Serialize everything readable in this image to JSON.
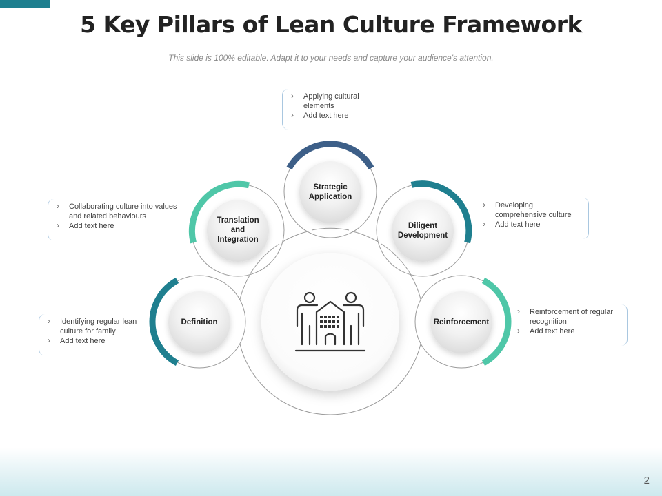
{
  "slide": {
    "title": "5 Key Pillars of Lean Culture Framework",
    "subtitle": "This slide is 100% editable. Adapt it to your needs and capture your audience's attention.",
    "page_number": "2"
  },
  "colors": {
    "accent": "#1e7f8f",
    "navy_arc": "#3d5f88",
    "teal_arc": "#1f7f8f",
    "mint_arc": "#4fc7a8"
  },
  "center": {
    "icon": "people-building-icon"
  },
  "pillars": [
    {
      "label": "Strategic\nApplication",
      "bullets": [
        "Applying cultural elements",
        "Add text here"
      ]
    },
    {
      "label": "Translation\nand\nIntegration",
      "bullets": [
        "Collaborating culture into values and related behaviours",
        "Add text here"
      ]
    },
    {
      "label": "Diligent\nDevelopment",
      "bullets": [
        "Developing comprehensive culture",
        "Add text here"
      ]
    },
    {
      "label": "Definition",
      "bullets": [
        "Identifying regular lean culture for family",
        "Add text here"
      ]
    },
    {
      "label": "Reinforcement",
      "bullets": [
        "Reinforcement of regular recognition",
        "Add text here"
      ]
    }
  ]
}
